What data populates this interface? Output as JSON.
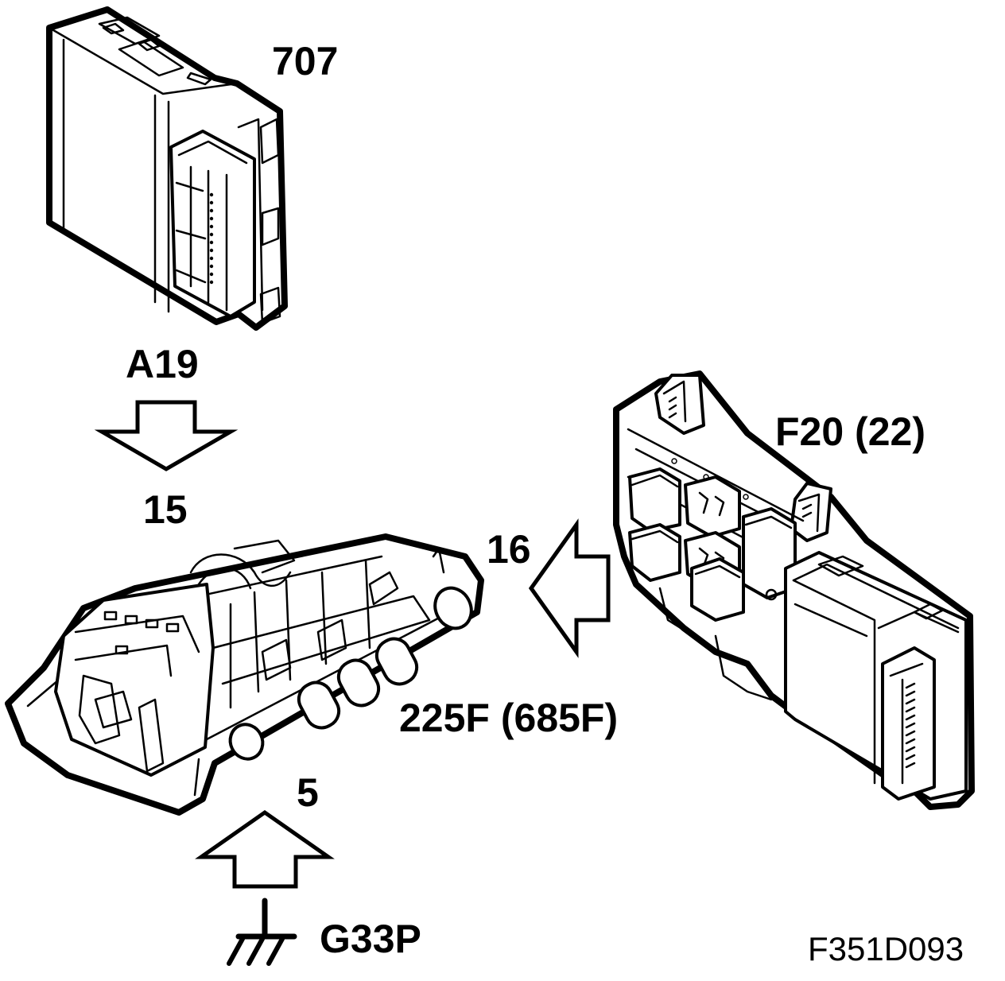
{
  "components": {
    "module_707": {
      "label": "707"
    },
    "connector_a19": {
      "label": "A19",
      "pin": "15"
    },
    "connector_225f": {
      "label": "225F (685F)"
    },
    "fusebox_f20": {
      "label": "F20 (22)",
      "pin": "16"
    },
    "ground_g33p": {
      "label": "G33P",
      "pin": "5"
    }
  },
  "figure_code": "F351D093"
}
